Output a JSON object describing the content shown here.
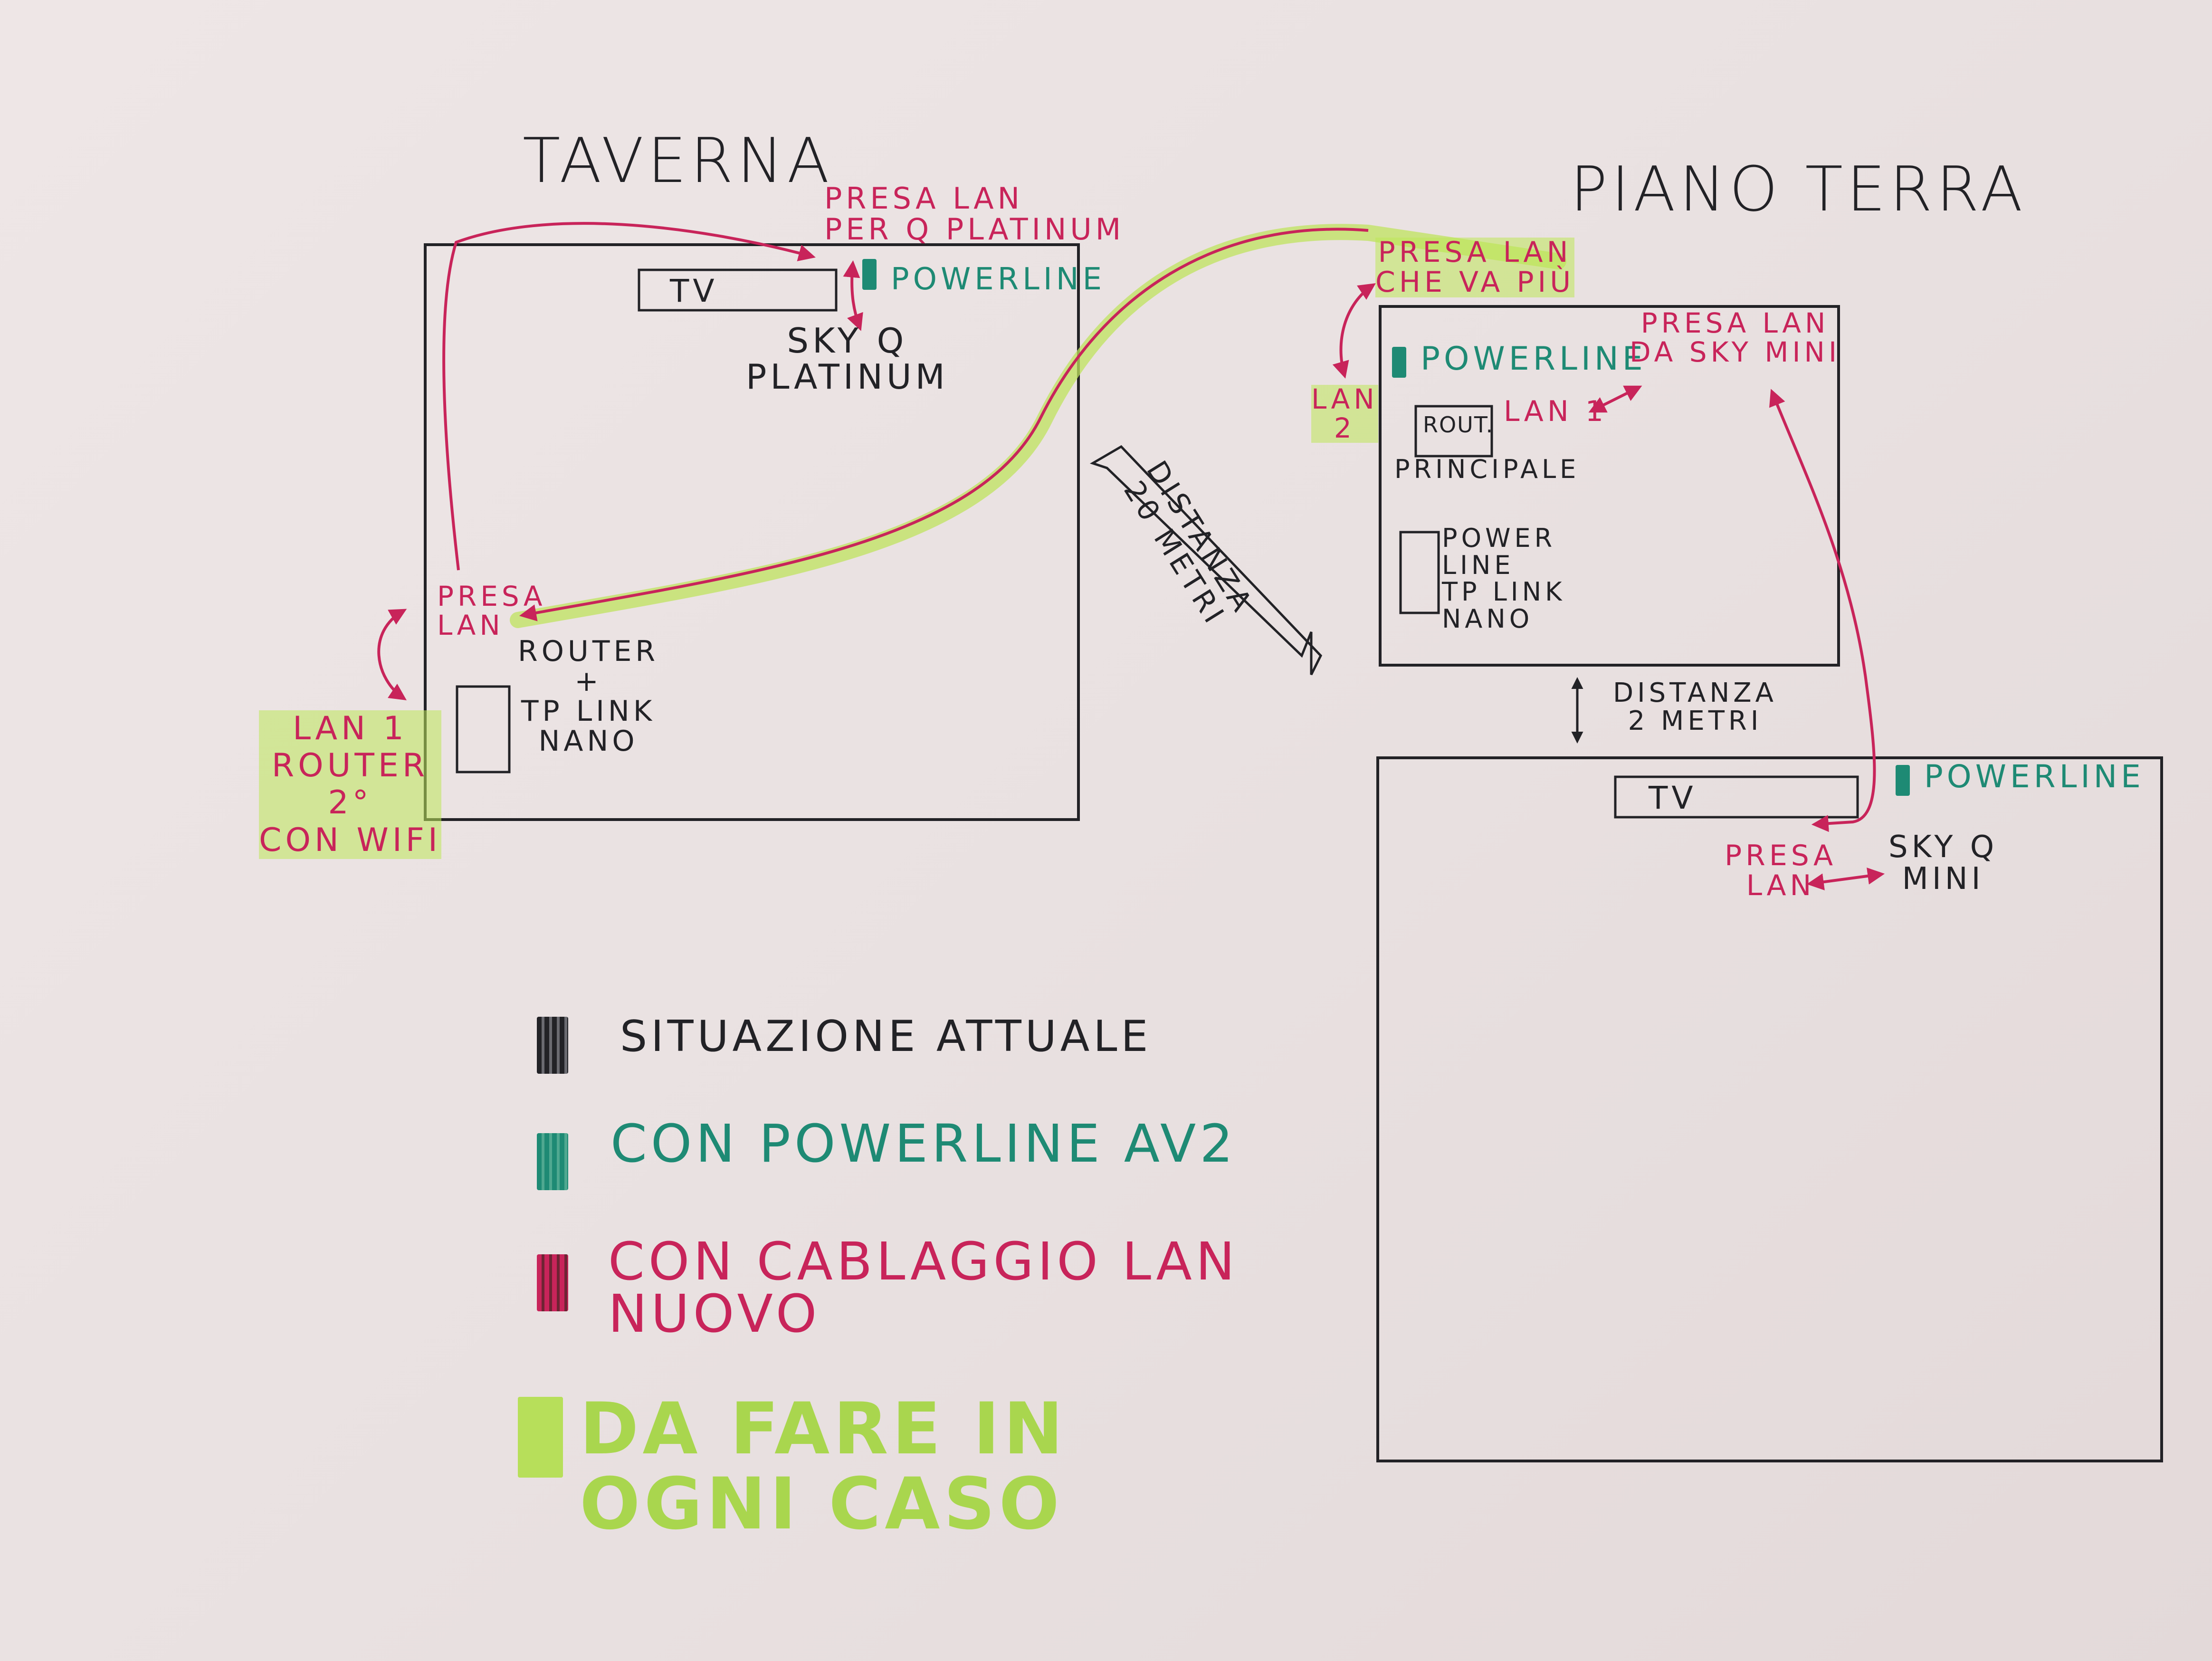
{
  "rooms": {
    "taverna": {
      "title": "TAVERNA",
      "tv": "TV",
      "sky": "SKY Q\nPLATINUM",
      "powerline": "POWERLINE",
      "presa_lan_top": "PRESA LAN\nPER Q PLATINUM",
      "presa_lan_left": "PRESA\nLAN",
      "router": "ROUTER\n+\nTP LINK\nNANO",
      "lan_router": "LAN 1\nROUTER\n2°\nCON WIFI"
    },
    "piano_terra": {
      "title": "PIANO TERRA",
      "presa_lan_top": "PRESA LAN\nCHE VA PIÙ",
      "powerline": "POWERLINE",
      "presa_lan_sky": "PRESA LAN\nDA SKY MINI",
      "lan2": "LAN\n2",
      "router_box": "ROUT.",
      "router_label": "PRINCIPALE",
      "lan1": "LAN 1",
      "powerline_nano": "POWER\nLINE\nTP LINK\nNANO"
    },
    "lower_room": {
      "tv": "TV",
      "powerline": "POWERLINE",
      "presa_lan": "PRESA\nLAN",
      "sky": "SKY Q\nMINI"
    }
  },
  "distances": {
    "diagonal": "DISTANZA\n20 METRI",
    "vertical": "DISTANZA\n2 METRI"
  },
  "legend": [
    {
      "label": "SITUAZIONE ATTUALE",
      "color": "#222226"
    },
    {
      "label": "CON POWERLINE AV2",
      "color": "#1e8a74"
    },
    {
      "label": "CON CABLAGGIO LAN\nNUOVO",
      "color": "#c8245a"
    },
    {
      "label": "DA FARE IN\nOGNI CASO",
      "color": "#a9d64e"
    }
  ]
}
